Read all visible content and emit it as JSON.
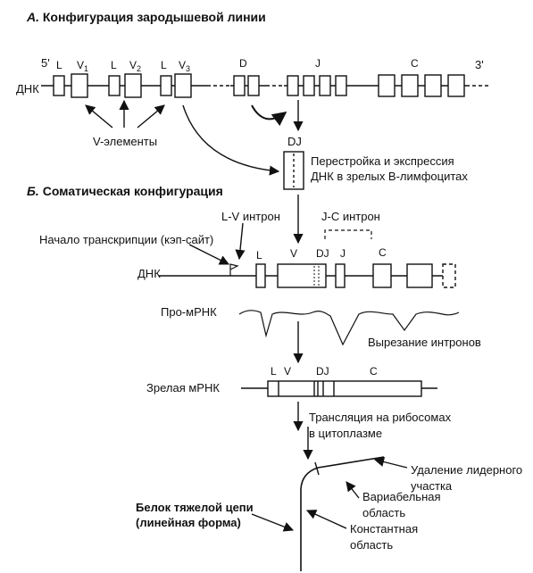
{
  "section_a": {
    "letter": "А.",
    "title": "Конфигурация зародышевой линии"
  },
  "section_b": {
    "letter": "Б.",
    "title": "Соматическая конфигурация"
  },
  "germline": {
    "prime5": "5'",
    "prime3": "3'",
    "dna_label": "ДНК",
    "segments": {
      "L1": "L",
      "V1": "V",
      "V1_sub": "1",
      "L2": "L",
      "V2": "V",
      "V2_sub": "2",
      "L3": "L",
      "V3": "V",
      "V3_sub": "3",
      "D": "D",
      "J": "J",
      "C": "C"
    },
    "v_elements": "V-элементы"
  },
  "rearrangement": {
    "dj_label": "DJ",
    "text": "Перестройка и экспрессия\nДНК в зрелых В-лимфоцитах"
  },
  "somatic": {
    "lv_intron": "L-V интрон",
    "jc_intron": "J-C интрон",
    "transcription_start": "Начало транскрипции (кэп-сайт)",
    "dna_label": "ДНК",
    "segments": {
      "L": "L",
      "V": "V",
      "DJ": "DJ",
      "J": "J",
      "C": "C"
    }
  },
  "pro_mrna": {
    "label": "Про-мРНК",
    "excision": "Вырезание интронов"
  },
  "mature_mrna": {
    "label": "Зрелая мРНК",
    "segments": {
      "L": "L",
      "V": "V",
      "DJ": "DJ",
      "C": "C"
    }
  },
  "translation": "Трансляция на рибосомах\nв цитоплазме",
  "protein": {
    "heavy_chain": "Белок тяжелой цепи\n(линейная форма)",
    "leader_removal": "Удаление лидерного\nучастка",
    "variable": "Вариабельная\nобласть",
    "constant": "Константная\nобласть"
  }
}
